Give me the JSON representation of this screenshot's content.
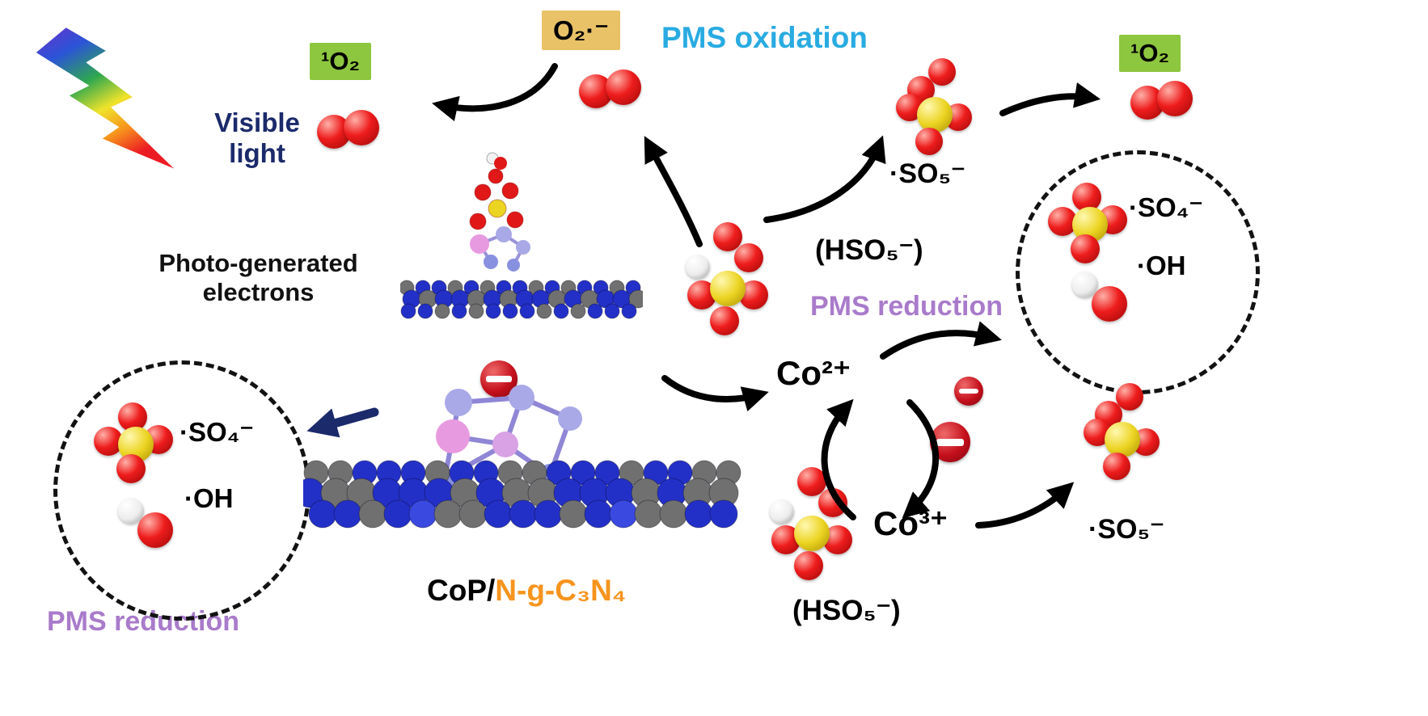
{
  "labels": {
    "visible_light": "Visible light",
    "photo_generated_electrons": "Photo-generated electrons",
    "pms_oxidation": "PMS oxidation",
    "pms_reduction_right": "PMS reduction",
    "pms_reduction_left": "PMS reduction",
    "singlet_o2_left": "¹O₂",
    "singlet_o2_right": "¹O₂",
    "superoxide": "O₂·⁻",
    "so5_radical_top": "·SO₅⁻",
    "so5_radical_bottom": "·SO₅⁻",
    "so4_radical_right": "·SO₄⁻",
    "so4_radical_left": "·SO₄⁻",
    "oh_radical_right": "·OH",
    "oh_radical_left": "·OH",
    "hso5_right": "(HSO₅⁻)",
    "hso5_bottom": "(HSO₅⁻)",
    "co2_plus": "Co²⁺",
    "co3_plus": "Co³⁺",
    "catalyst_prefix": "CoP/",
    "catalyst_suffix": "N-g-C₃N₄"
  },
  "colors": {
    "pms_oxidation_text": "#29ABE2",
    "pms_reduction_text": "#A97BCB",
    "visible_light_text": "#1B2A6B",
    "singlet_oxygen_badge_bg": "#8DC63F",
    "superoxide_badge_bg": "#E9C268",
    "catalyst_suffix_text": "#F7941D",
    "arrow": "#000000",
    "electron_icon": "#C5101C"
  },
  "icons": {
    "visible_light_bolt": "rainbow-lightning-bolt",
    "electron": "minus-in-red-circle",
    "atom_colors": {
      "oxygen": "#E01818",
      "sulfur": "#ECD422",
      "hydrogen": "#F0F0F0",
      "nitrogen": "#2330C8",
      "carbon": "#707070",
      "cobalt": "#E89AE0",
      "phosphorus": "#A9A9E8"
    }
  }
}
